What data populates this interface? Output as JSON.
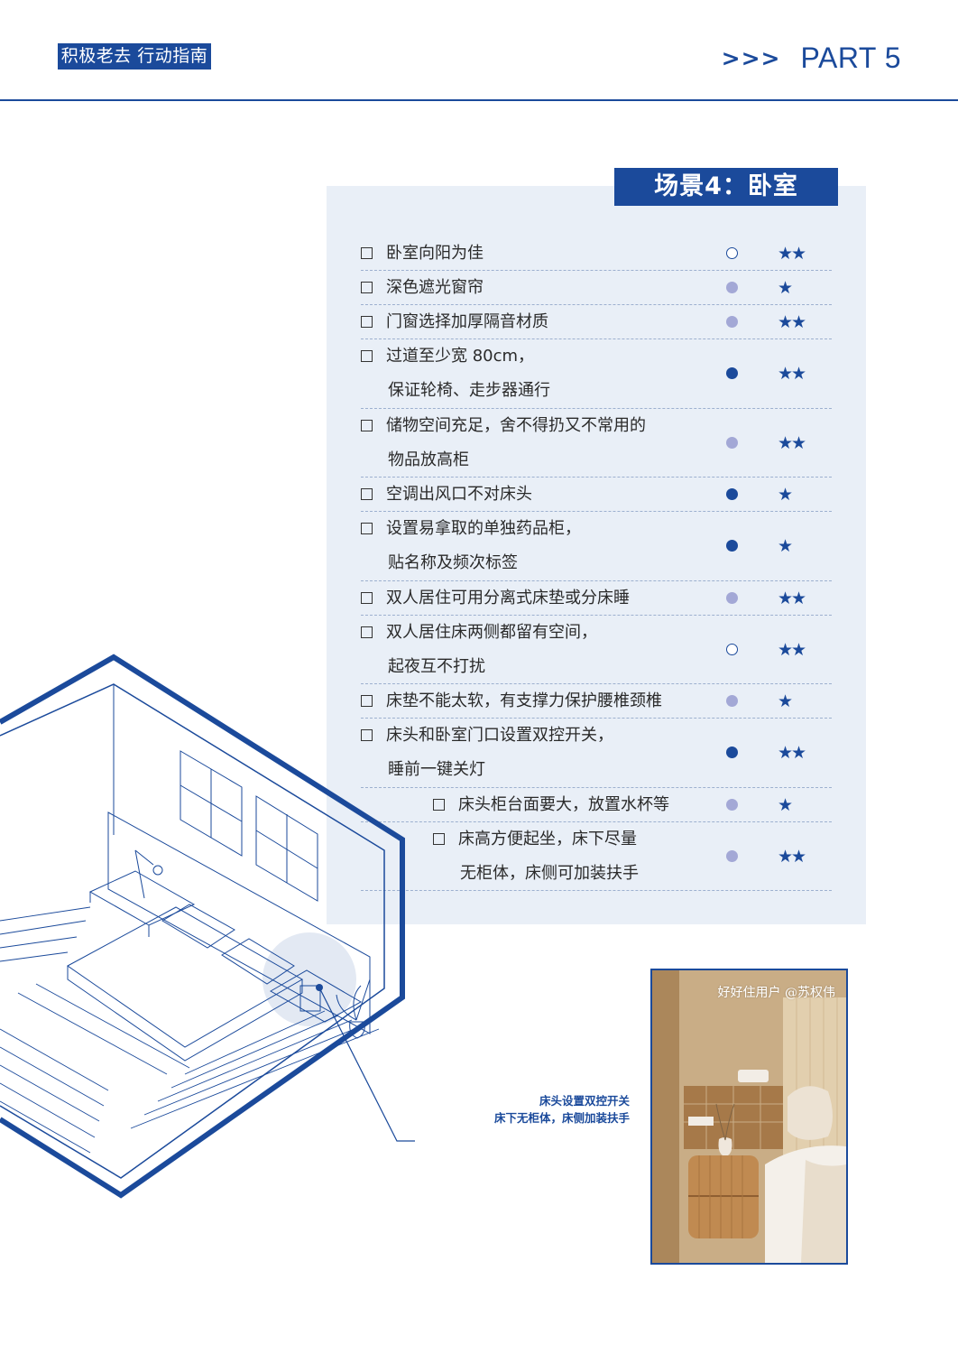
{
  "colors": {
    "brand": "#1b4a9b",
    "panel": "#e9eff7"
  },
  "header": {
    "badge": "积极老去 行动指南",
    "arrows": ">>>",
    "part": "PART 5"
  },
  "scene": {
    "title": "场景4：卧室"
  },
  "checklist": [
    {
      "lines": [
        "卧室向阳为佳"
      ],
      "dot": "empty",
      "stars": "★★"
    },
    {
      "lines": [
        "深色遮光窗帘"
      ],
      "dot": "half",
      "stars": "★"
    },
    {
      "lines": [
        "门窗选择加厚隔音材质"
      ],
      "dot": "half",
      "stars": "★★"
    },
    {
      "lines": [
        "过道至少宽 80cm，",
        "保证轮椅、走步器通行"
      ],
      "dot": "full",
      "stars": "★★"
    },
    {
      "lines": [
        "储物空间充足，舍不得扔又不常用的",
        "物品放高柜"
      ],
      "dot": "half",
      "stars": "★★"
    },
    {
      "lines": [
        "空调出风口不对床头"
      ],
      "dot": "full",
      "stars": "★"
    },
    {
      "lines": [
        "设置易拿取的单独药品柜，",
        "贴名称及频次标签"
      ],
      "dot": "full",
      "stars": "★"
    },
    {
      "lines": [
        "双人居住可用分离式床垫或分床睡"
      ],
      "dot": "half",
      "stars": "★★"
    },
    {
      "lines": [
        "双人居住床两侧都留有空间，",
        "起夜互不打扰"
      ],
      "dot": "empty",
      "stars": "★★"
    },
    {
      "lines": [
        "床垫不能太软，有支撑力保护腰椎颈椎"
      ],
      "dot": "half",
      "stars": "★"
    },
    {
      "lines": [
        "床头和卧室门口设置双控开关，",
        "睡前一键关灯"
      ],
      "dot": "full",
      "stars": "★★"
    },
    {
      "lines": [
        "床头柜台面要大，放置水杯等"
      ],
      "dot": "half",
      "stars": "★",
      "indent": true
    },
    {
      "lines": [
        "床高方便起坐，床下尽量",
        "无柜体，床侧可加装扶手"
      ],
      "dot": "half",
      "stars": "★★",
      "indent": true
    }
  ],
  "callout": {
    "line1": "床头设置双控开关",
    "line2": "床下无柜体，床侧加装扶手"
  },
  "photo": {
    "caption": "好好住用户 @苏权伟"
  }
}
